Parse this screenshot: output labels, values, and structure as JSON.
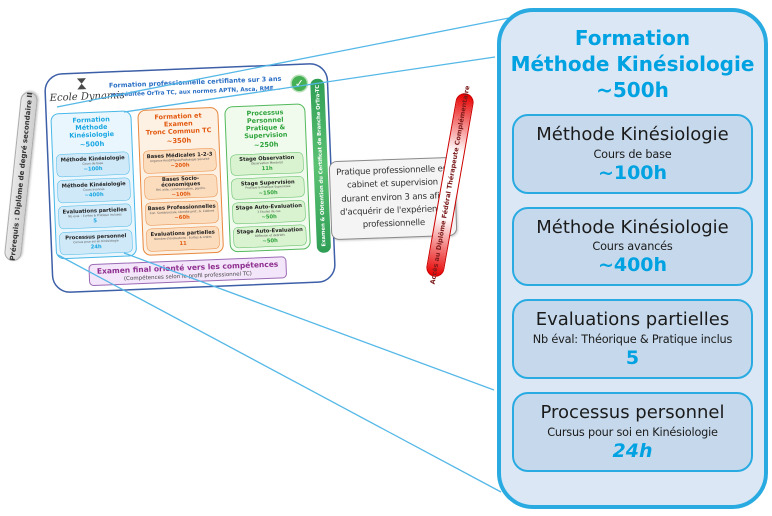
{
  "colors": {
    "accent_cyan": "#29abe2",
    "title_cyan": "#00a2e1",
    "orange": "#e8873c",
    "green": "#3aa554",
    "purple": "#8e2f8f",
    "red": "#cc0000"
  },
  "left_banner": {
    "label": "Prérequis : Diplôme de degré secondaire II"
  },
  "red_banner": {
    "label": "Accès au Diplôme Fédéral Thérapeute Complémentaire"
  },
  "practice_note": {
    "text": "Pratique professionnelle en cabinet et supervision durant environ 3 ans afin d'acquérir de l'expérience professionnelle"
  },
  "mini": {
    "logo_text": "Ecole Dynamis",
    "header_line1": "Formation professionnelle certifiante sur 3 ans",
    "header_line2": "accréditée OrTra TC, aux normes APTN, Asca, RME...",
    "check_glyph": "✓",
    "columns": [
      {
        "title_line1": "Formation",
        "title_line2": "Méthode Kinésiologie",
        "hours": "~500h",
        "boxes": [
          {
            "title": "Méthode Kinésiologie",
            "sub": "Cours de base",
            "value": "~100h"
          },
          {
            "title": "Méthode Kinésiologie",
            "sub": "Cours avancés",
            "value": "~400h"
          },
          {
            "title": "Evaluations partielles",
            "sub": "Nb éval. : Ecrites & Pratique incluses",
            "value": "5"
          },
          {
            "title": "Processus personnel",
            "sub": "Cursus pour soi en Kinésiologie",
            "value": "24h"
          }
        ]
      },
      {
        "title_line1": "Formation et Examen",
        "title_line2": "Tronc Commun TC",
        "hours": "~350h",
        "boxes": [
          {
            "title": "Bases Médicales 1-2-3",
            "sub": "Urgence  Anat/Physio/Pathologie  Sécurité",
            "value": "~200h"
          },
          {
            "title": "Bases Socio-économiques",
            "sub": "Rel. aide, communication, psycho.",
            "value": "~100h"
          },
          {
            "title": "Bases Professionnelles",
            "sub": "Con. Santé/sociale, Identité prof., G. Cabinet",
            "value": "~60h"
          },
          {
            "title": "Evaluations partielles",
            "sub": "Nombre d'évaluations : Ecrites & orales",
            "value": "11"
          }
        ]
      },
      {
        "title_line1": "Processus Personnel",
        "title_line2": "Pratique & Supervision",
        "hours": "~250h",
        "boxes": [
          {
            "title": "Stage Observation",
            "sub": "Observation  Mentorat",
            "value": "11h"
          },
          {
            "title": "Stage Supervision",
            "sub": "Pratique & Pratique Supervisée",
            "value": "~150h"
          },
          {
            "title": "Stage Auto-Evaluation",
            "sub": "3 Etudes de cas",
            "value": "~50h"
          },
          {
            "title": "Stage Auto-Evaluation",
            "sub": "Réflexion et debriefs",
            "value": "~50h"
          }
        ]
      }
    ],
    "side_banner": "Examen & Obtention du Certificat de Branche OrTra-TC",
    "footer_line1": "Examen final orienté vers les compétences",
    "footer_line2": "(Compétences selon le profil professionnel TC)"
  },
  "panel": {
    "title_line1": "Formation",
    "title_line2": "Méthode Kinésiologie",
    "title_line3": "~500h",
    "boxes": [
      {
        "title": "Méthode Kinésiologie",
        "sub": "Cours de base",
        "value": "~100h"
      },
      {
        "title": "Méthode Kinésiologie",
        "sub": "Cours avancés",
        "value": "~400h"
      },
      {
        "title": "Evaluations partielles",
        "sub": "Nb éval: Théorique & Pratique inclus",
        "value": "5"
      },
      {
        "title": "Processus personnel",
        "sub": "Cursus pour soi en Kinésiologie",
        "value": "24h"
      }
    ]
  }
}
